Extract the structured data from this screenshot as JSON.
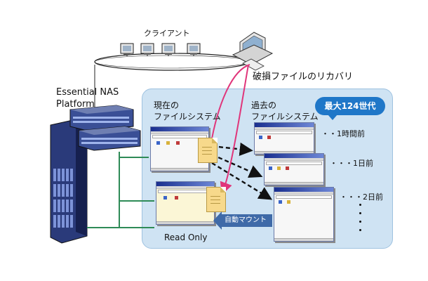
{
  "labels": {
    "client": "クライアント",
    "recovery": "破損ファイルのリカバリ",
    "nas_line1": "Essential NAS",
    "nas_line2": "Platform",
    "current_line1": "現在の",
    "current_line2": "ファイルシステム",
    "past_line1": "過去の",
    "past_line2": "ファイルシステム",
    "max_generations": "最大124世代",
    "one_hour": "・・1時間前",
    "one_day": "・・・1日前",
    "two_days": "・・・2日前",
    "auto_mount": "自動マウント",
    "read_only": "Read Only"
  },
  "colors": {
    "panel": "#cfe3f3",
    "badge": "#1f77c8",
    "recovery_arrow": "#e0357a",
    "network_line": "#2e8b57",
    "auto_mount_arrow": "#3f6aa8"
  }
}
